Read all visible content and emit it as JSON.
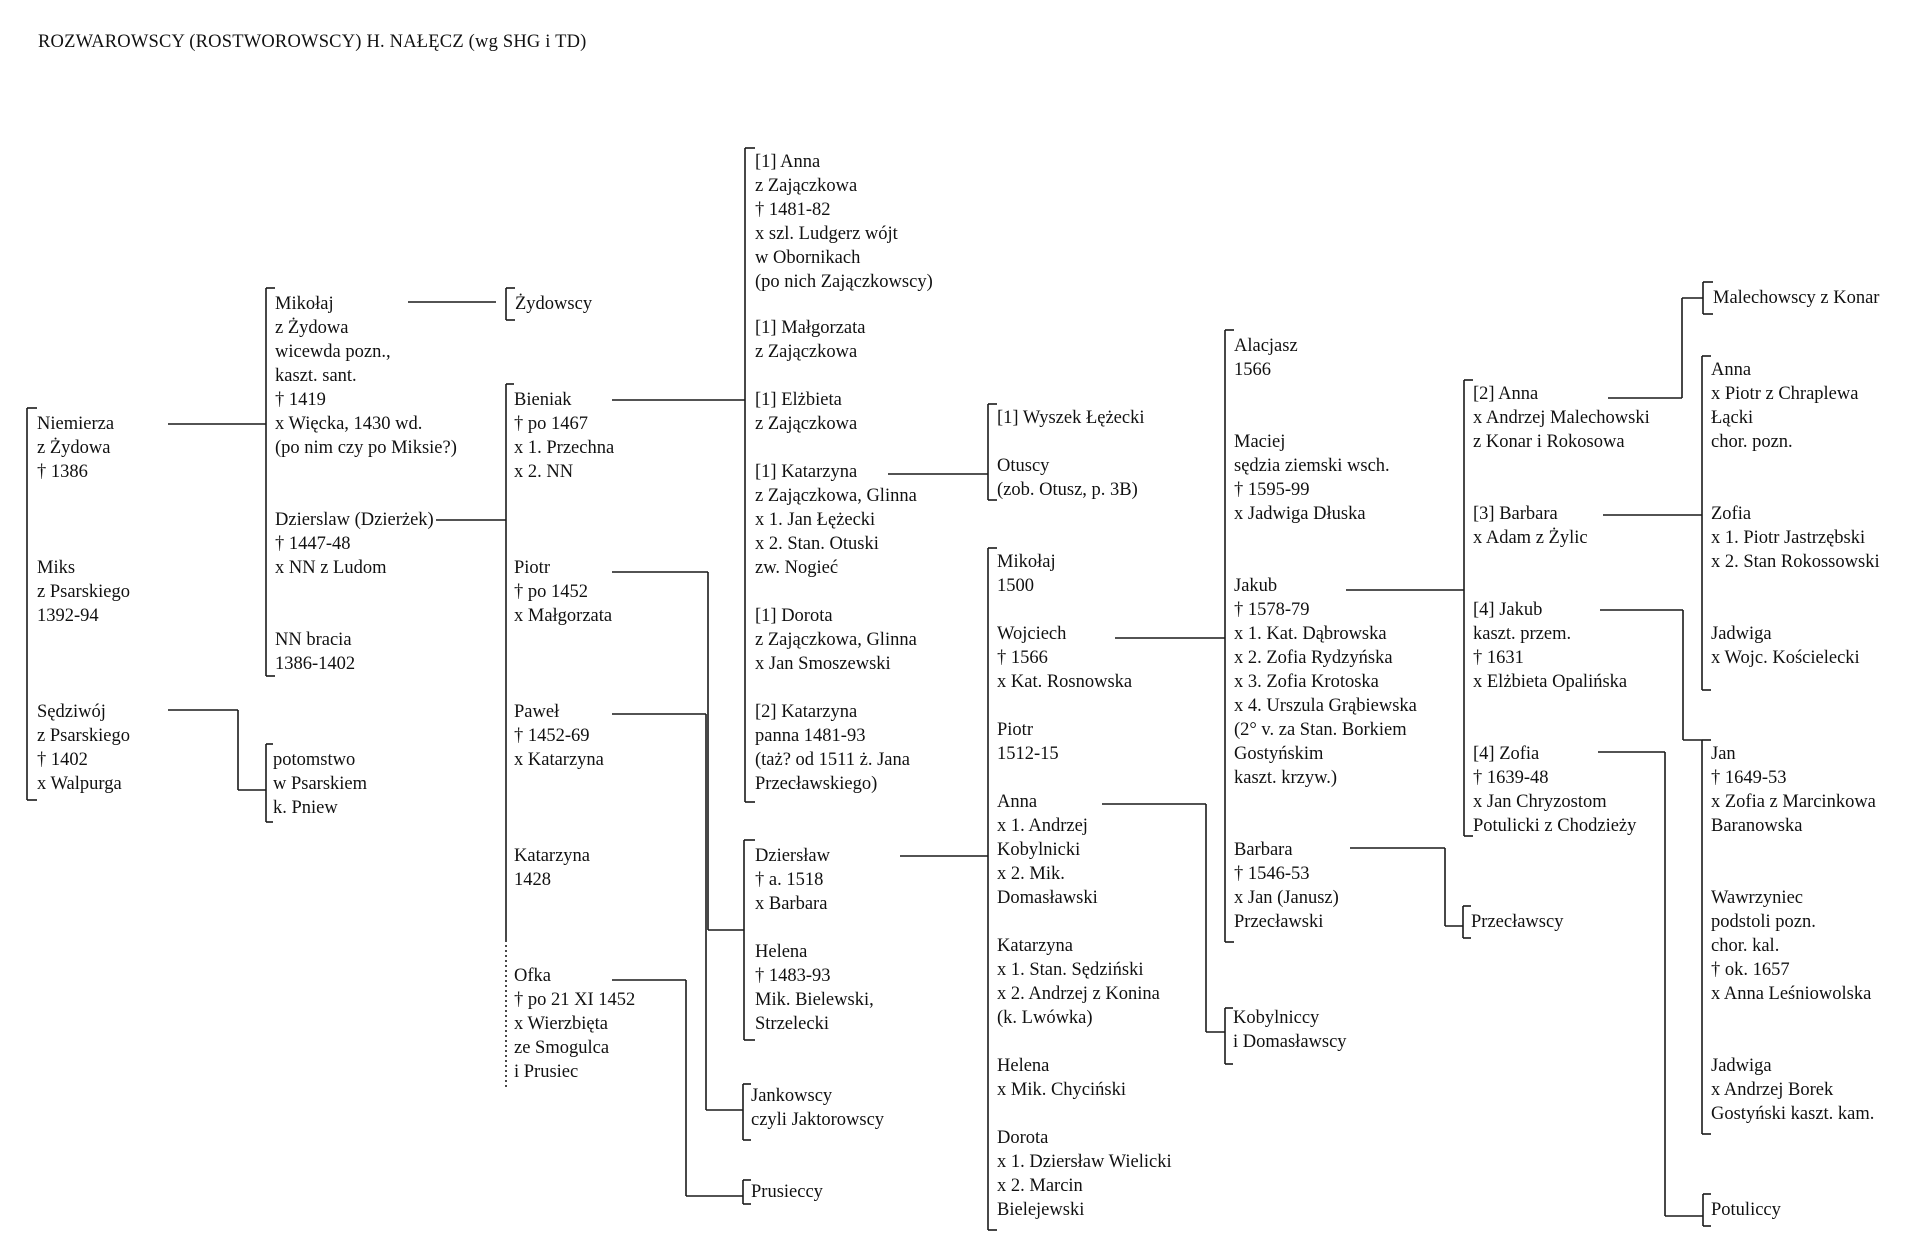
{
  "title": "ROZWAROWSCY  (ROSTWOROWSCY)  H.  NAŁĘCZ  (wg SHG i TD)",
  "gen1": {
    "niemierza": [
      "Niemierza",
      "z  Żydowa",
      "† 1386"
    ],
    "miks": [
      "Miks",
      "z Psarskiego",
      "1392-94"
    ],
    "sedziwoj": [
      "Sędziwój",
      "z Psarskiego",
      "† 1402",
      "x Walpurga"
    ]
  },
  "gen2": {
    "mikolaj": [
      "Mikołaj",
      "z Żydowa",
      "wicewda pozn.,",
      "kaszt. sant.",
      "† 1419",
      "x Więcka, 1430 wd.",
      "(po nim czy po Miksie?)"
    ],
    "dzierslaw": [
      "Dzierslaw (Dzierżek)",
      "† 1447-48",
      "x NN z Ludom"
    ],
    "nn_bracia": [
      "NN bracia",
      "1386-1402"
    ],
    "potomstwo": [
      "potomstwo",
      "w Psarskiem",
      "k. Pniew"
    ]
  },
  "gen3": {
    "zydowscy": [
      "Żydowscy"
    ],
    "bieniak": [
      "Bieniak",
      "† po 1467",
      "x 1. Przechna",
      "x 2. NN"
    ],
    "piotr": [
      "Piotr",
      "† po 1452",
      "x Małgorzata"
    ],
    "pawel": [
      "Paweł",
      "† 1452-69",
      "x Katarzyna"
    ],
    "katarzyna": [
      "Katarzyna",
      "1428"
    ],
    "ofka": [
      "Ofka",
      "† po 21 XI 1452",
      "x Wierzbięta",
      "ze Smogulca",
      "i Prusiec"
    ]
  },
  "gen4": {
    "anna": [
      "[1] Anna",
      "z Zajączkowa",
      "† 1481-82",
      "x szl. Ludgerz wójt",
      "w Obornikach",
      "(po nich Zajączkowscy)"
    ],
    "malgorzata": [
      "[1] Małgorzata",
      "z Zajączkowa"
    ],
    "elzbieta": [
      "[1] Elżbieta",
      "z Zajączkowa"
    ],
    "katarzyna": [
      "[1] Katarzyna",
      "z Zajączkowa, Glinna",
      "x 1. Jan Łężecki",
      "x 2. Stan. Otuski",
      "zw. Nogieć"
    ],
    "dorota": [
      "[1] Dorota",
      "z Zajączkowa, Glinna",
      "x Jan Smoszewski"
    ],
    "katarzyna2": [
      "[2] Katarzyna",
      "panna 1481-93",
      "(taż? od 1511 ż. Jana",
      "Przecławskiego)"
    ],
    "dzierslaw": [
      "Dziersław",
      "† a. 1518",
      "x Barbara"
    ],
    "helena": [
      "Helena",
      "† 1483-93",
      "Mik. Bielewski,",
      "Strzelecki"
    ],
    "jankowscy": [
      "Jankowscy",
      "czyli Jaktorowscy"
    ],
    "prusieccy": [
      "Prusieccy"
    ]
  },
  "gen5": {
    "wyszek": [
      "[1] Wyszek Łężecki"
    ],
    "otuscy": [
      "Otuscy",
      "(zob. Otusz, p. 3B)"
    ],
    "mikolaj": [
      "Mikołaj",
      "1500"
    ],
    "wojciech": [
      "Wojciech",
      "† 1566",
      "x Kat. Rosnowska"
    ],
    "piotr": [
      "Piotr",
      "1512-15"
    ],
    "anna": [
      "Anna",
      "x 1. Andrzej",
      "Kobylnicki",
      "x 2. Mik.",
      "Domasławski"
    ],
    "katarzyna": [
      "Katarzyna",
      "x 1. Stan. Sędziński",
      "x 2. Andrzej z Konina",
      "(k. Lwówka)"
    ],
    "helena": [
      "Helena",
      "x Mik. Chyciński"
    ],
    "dorota": [
      "Dorota",
      "x 1. Dziersław Wielicki",
      "x 2. Marcin",
      "Bielejewski"
    ]
  },
  "gen6": {
    "alacjasz": [
      "Alacjasz",
      "1566"
    ],
    "maciej": [
      "Maciej",
      "sędzia ziemski wsch.",
      "† 1595-99",
      "x Jadwiga Dłuska"
    ],
    "jakub": [
      "Jakub",
      "† 1578-79",
      "x 1. Kat. Dąbrowska",
      "x 2. Zofia Rydzyńska",
      "x 3. Zofia Krotoska",
      "x 4. Urszula Grąbiewska",
      "(2° v. za Stan. Borkiem",
      "Gostyńskim",
      "kaszt. krzyw.)"
    ],
    "barbara": [
      "Barbara",
      "† 1546-53",
      "x Jan (Janusz)",
      "Przecławski"
    ],
    "kobylniccy": [
      "Kobylniccy",
      "i Domasławscy"
    ]
  },
  "gen7": {
    "anna": [
      "[2] Anna",
      "x Andrzej Malechowski",
      "z Konar i Rokosowa"
    ],
    "barbara": [
      "[3] Barbara",
      "x Adam z Żylic"
    ],
    "jakub": [
      "[4] Jakub",
      "kaszt. przem.",
      "† 1631",
      "x Elżbieta Opalińska"
    ],
    "zofia": [
      "[4] Zofia",
      "† 1639-48",
      "x Jan Chryzostom",
      "Potulicki z Chodzieży"
    ],
    "przeclawscy": [
      "Przecławscy"
    ]
  },
  "gen8": {
    "malechowscy": [
      "Malechowscy z Konar"
    ],
    "anna": [
      "Anna",
      "x Piotr z Chraplewa",
      "Łącki",
      "chor. pozn."
    ],
    "zofia": [
      "Zofia",
      "x 1. Piotr Jastrzębski",
      "x 2. Stan Rokossowski"
    ],
    "jadwiga": [
      "Jadwiga",
      "x Wojc. Kościelecki"
    ],
    "jan": [
      "Jan",
      "† 1649-53",
      "x Zofia z Marcinkowa",
      "Baranowska"
    ],
    "wawrzyniec": [
      "Wawrzyniec",
      "podstoli pozn.",
      "chor. kal.",
      "† ok. 1657",
      "x Anna Leśniowolska"
    ],
    "jadwiga2": [
      "Jadwiga",
      "x Andrzej Borek",
      "Gostyński kaszt. kam."
    ],
    "potuliccy": [
      "Potuliccy"
    ]
  }
}
